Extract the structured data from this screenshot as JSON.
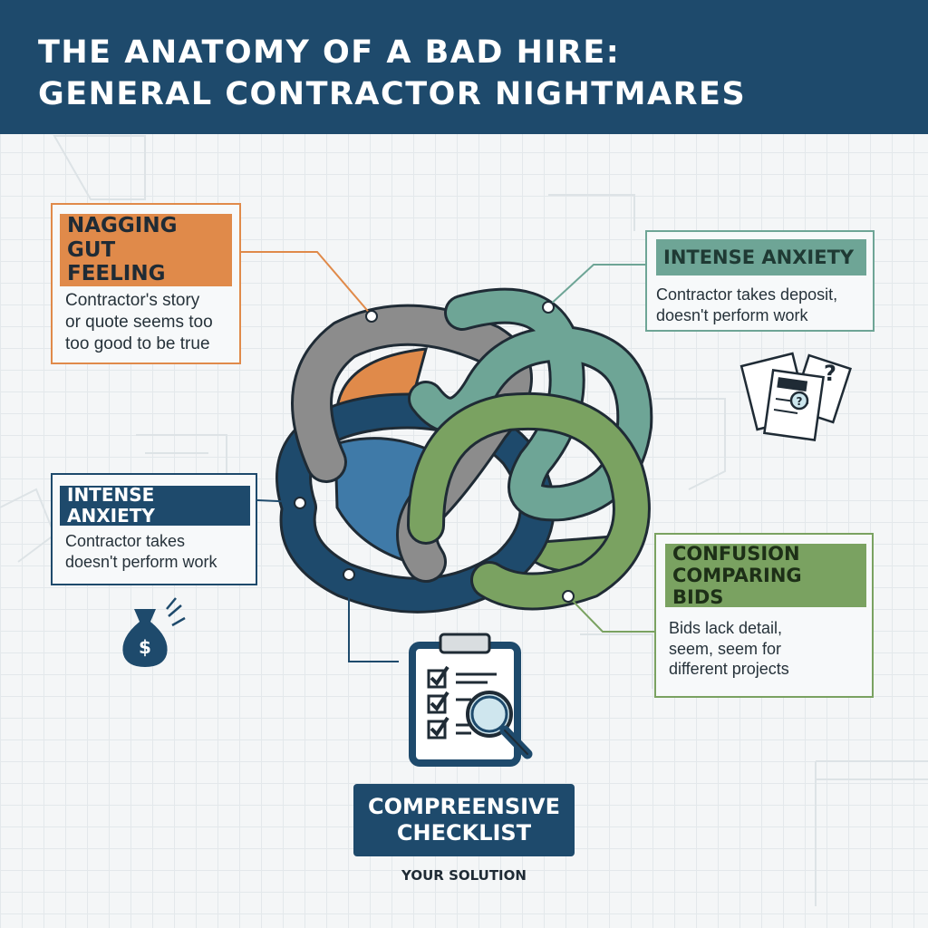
{
  "header": {
    "title_line1": "THE ANATOMY OF A BAD HIRE:",
    "title_line2": "GENERAL CONTRACTOR NIGHTMARES"
  },
  "callouts": {
    "gut": {
      "label_line1": "NAGGING GUT",
      "label_line2": "FEELING",
      "desc_line1": "Contractor's story",
      "desc_line2": "or quote seems too",
      "desc_line3": "too good to be true"
    },
    "anxiety_right": {
      "label": "INTENSE ANXIETY",
      "desc_line1": "Contractor takes deposit,",
      "desc_line2": "doesn't perform work"
    },
    "anxiety_left": {
      "label": "INTENSE ANXIETY",
      "desc_line1": "Contractor takes",
      "desc_line2": "doesn't perform work"
    },
    "bids": {
      "label_line1": "CONFUSION",
      "label_line2": "COMPARING BIDS",
      "desc_line1": "Bids lack detail,",
      "desc_line2": "seem, seem for",
      "desc_line3": "different projects"
    }
  },
  "solution": {
    "title_line1": "COMPREENSIVE",
    "title_line2": "CHECKLIST",
    "subtitle": "YOUR SOLUTION"
  },
  "icons": {
    "money_bag_symbol": "$",
    "documents_symbol": "?"
  },
  "colors": {
    "header": "#1e4a6c",
    "orange": "#e08a4a",
    "gray": "#8c8c8c",
    "teal": "#6ea596",
    "navy": "#1e4a6c",
    "green": "#7aa261"
  }
}
